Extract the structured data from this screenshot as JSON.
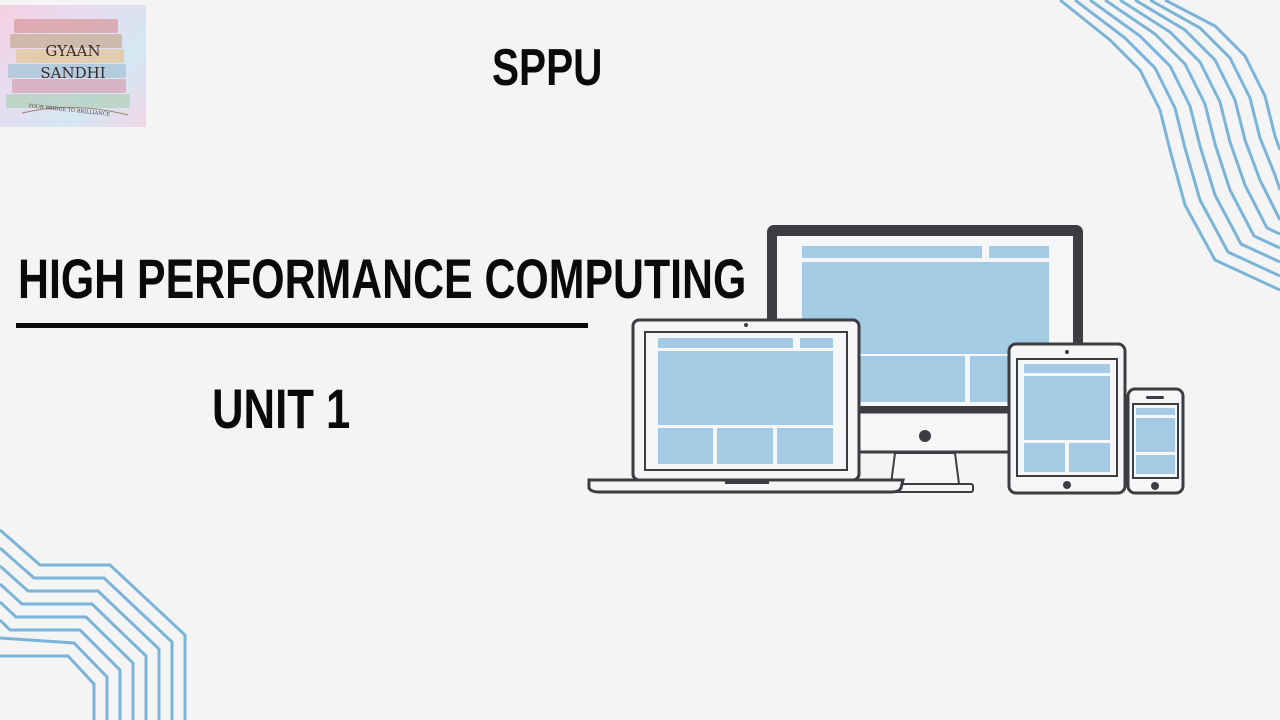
{
  "logo": {
    "title_line1": "GYAAN",
    "title_line2": "SANDHI",
    "tagline": "YOUR BRIDGE TO   BRILLIANCE"
  },
  "header": {
    "institution": "SPPU"
  },
  "main": {
    "title": "HIGH PERFORMANCE COMPUTING",
    "subtitle": "UNIT 1"
  },
  "colors": {
    "background": "#f4f4f4",
    "text": "#0a0a0a",
    "accent_lines": "#7ab4d8",
    "screen_fill": "#a3cbe3",
    "device_frame": "#3b3d40"
  },
  "icons": {
    "illustration": "responsive-devices-icon",
    "decoration": "wavy-lines"
  }
}
